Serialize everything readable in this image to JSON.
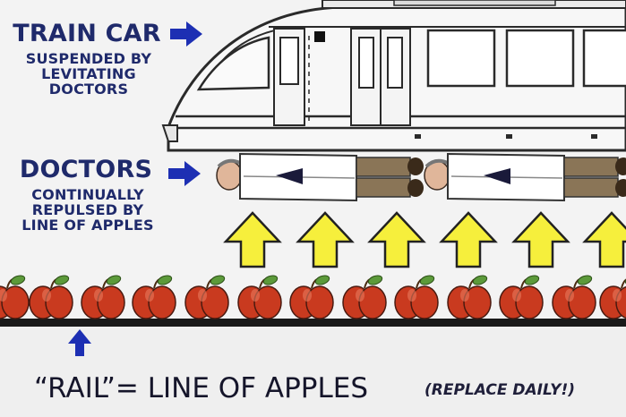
{
  "labels": {
    "train_car": "TRAIN CAR",
    "train_car_desc": [
      "SUSPENDED BY",
      "LEVITATING",
      "DOCTORS"
    ],
    "doctors": "DOCTORS",
    "doctors_desc": [
      "CONTINUALLY",
      "REPULSED BY",
      "LINE OF APPLES"
    ],
    "rail": "“RAIL”= LINE OF APPLES",
    "replace": "(REPLACE DAILY!)"
  },
  "colors": {
    "label_text": "#1f2a6b",
    "pointer_arrow": "#1d2fb3",
    "up_arrow_fill": "#f6ef3c",
    "apple": "#c93a1f",
    "leaf": "#5c9a3a",
    "train_body": "#f6f6f6",
    "outline": "#2a2a2a",
    "doctor_coat": "#ffffff",
    "doctor_pants": "#8a7557"
  },
  "icons": [
    "blue-pointer-arrow-icon",
    "yellow-up-arrow-icon",
    "apple-icon",
    "doctor-figure-icon"
  ]
}
